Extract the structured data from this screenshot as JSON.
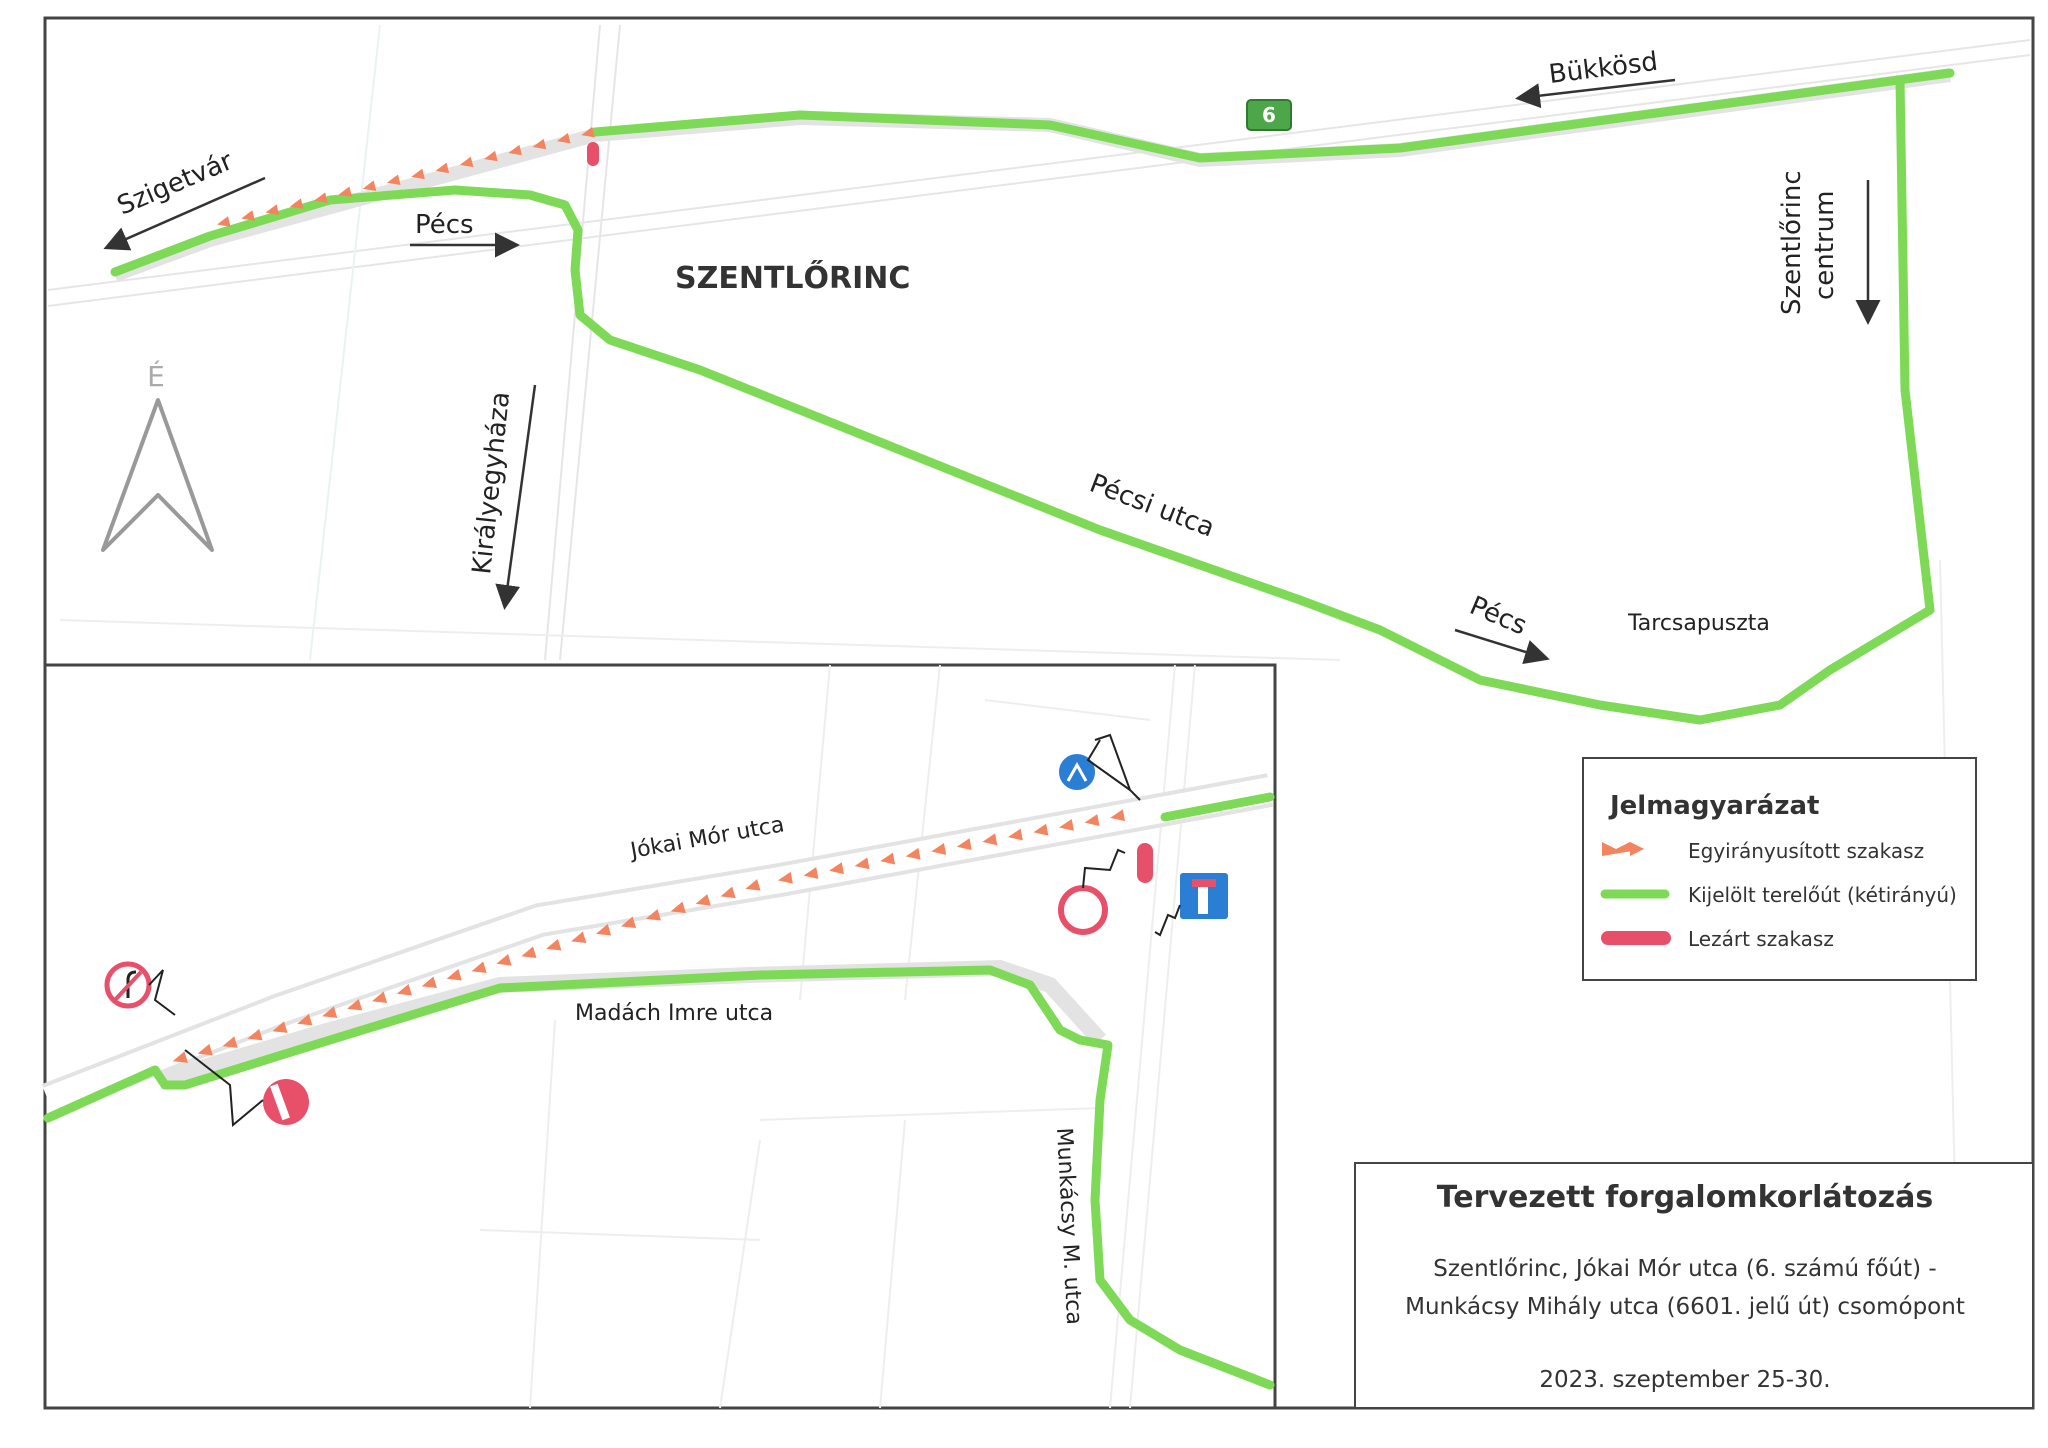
{
  "map": {
    "town_label": "SZENTLŐRINC",
    "north_label": "É",
    "route_shield": "6",
    "places": {
      "szigetvar": "Szigetvár",
      "pecs_west": "Pécs",
      "bukkosd": "Bükkösd",
      "centrum_line1": "Szentlőrinc",
      "centrum_line2": "centrum",
      "kiralyegyhaza": "Királyegyháza",
      "pecsi_utca": "Pécsi utca",
      "pecs_east": "Pécs",
      "tarcsapuszta": "Tarcsapuszta"
    },
    "inset_streets": {
      "jokai": "Jókai Mór utca",
      "madach": "Madách Imre utca",
      "munkacsy": "Munkácsy M. utca"
    }
  },
  "legend": {
    "title": "Jelmagyarázat",
    "items": [
      {
        "label": "Egyirányusított szakasz",
        "symbol": "orange-triangles",
        "color": "#f4845f"
      },
      {
        "label": "Kijelölt terelőút (kétirányú)",
        "symbol": "green-line",
        "color": "#7ed957"
      },
      {
        "label": "Lezárt szakasz",
        "symbol": "red-bar",
        "color": "#e8506a"
      }
    ]
  },
  "title_box": {
    "title": "Tervezett forgalomkorlátozás",
    "line1": "Szentlőrinc, Jókai Mór utca (6. számú főút) -",
    "line2": "Munkácsy Mihály utca (6601. jelű út) csomópont",
    "date": "2023. szeptember 25-30."
  },
  "colors": {
    "detour_green": "#7ed957",
    "oneway_orange": "#f4845f",
    "closed_red": "#e8506a",
    "frame": "#444444",
    "road_gray": "#d9d9d9",
    "shield_green": "#4ea64a",
    "sign_blue": "#2a7fd4"
  }
}
